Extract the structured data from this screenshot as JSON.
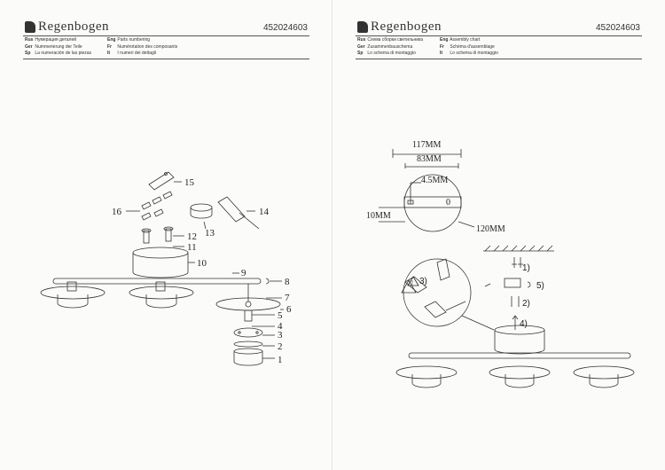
{
  "brand": {
    "name": "Regenbogen"
  },
  "article_number": "452024603",
  "pages": {
    "left": {
      "headers": [
        {
          "code": "Rus",
          "text": "Нумерация деталей"
        },
        {
          "code": "Ger",
          "text": "Nummerierung der Teile"
        },
        {
          "code": "Sp",
          "text": "La numeración de las piezas"
        },
        {
          "code": "Eng",
          "text": "Parts numbering"
        },
        {
          "code": "Fr",
          "text": "Numérotation des composants"
        },
        {
          "code": "It",
          "text": "I numeri dei dettagli"
        }
      ],
      "callouts": [
        "1",
        "2",
        "3",
        "4",
        "5",
        "6",
        "7",
        "8",
        "9",
        "10",
        "11",
        "12",
        "13",
        "14",
        "15",
        "16"
      ]
    },
    "right": {
      "headers": [
        {
          "code": "Rus",
          "text": "Схема сборки светильника"
        },
        {
          "code": "Ger",
          "text": "Zusammenbauschema"
        },
        {
          "code": "Sp",
          "text": "Lo schema di montaggio"
        },
        {
          "code": "Eng",
          "text": "Assembly chart"
        },
        {
          "code": "Fr",
          "text": "Schéma d'assemblage"
        },
        {
          "code": "It",
          "text": "Lo schema di montaggio"
        }
      ],
      "dimensions": {
        "d117": "117MM",
        "d83": "83MM",
        "d45": "4.5MM",
        "d10": "10MM",
        "d120": "120MM",
        "zero": "0"
      },
      "steps": [
        "1)",
        "2)",
        "3)",
        "4)",
        "5)"
      ]
    }
  }
}
